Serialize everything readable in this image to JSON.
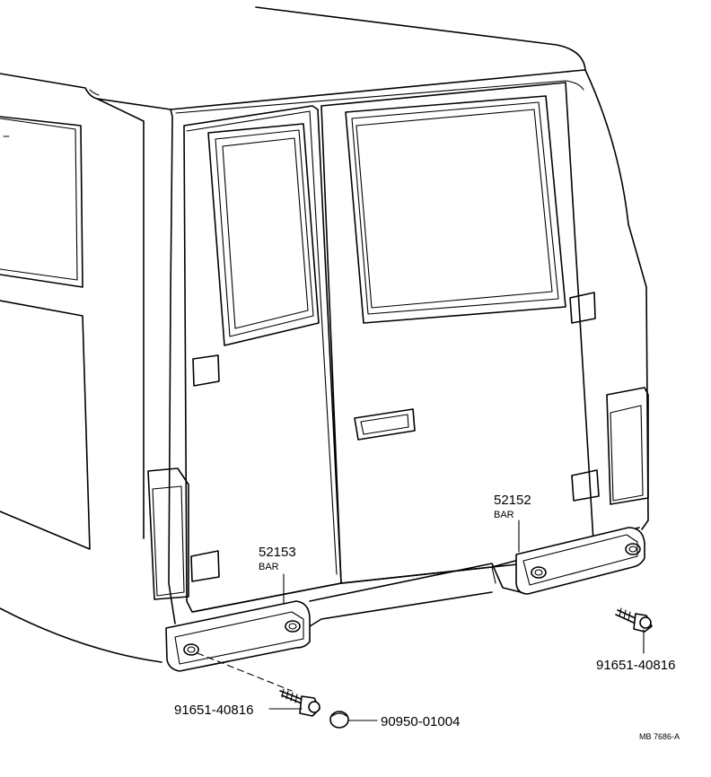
{
  "callouts": {
    "bar_left": {
      "part_number": "52153",
      "name": "BAR"
    },
    "bar_right": {
      "part_number": "52152",
      "name": "BAR"
    },
    "bolt_left": {
      "part_number": "91651-40816"
    },
    "bolt_right": {
      "part_number": "91651-40816"
    },
    "plug": {
      "part_number": "90950-01004"
    }
  },
  "reference_code": "MB 7686-A"
}
